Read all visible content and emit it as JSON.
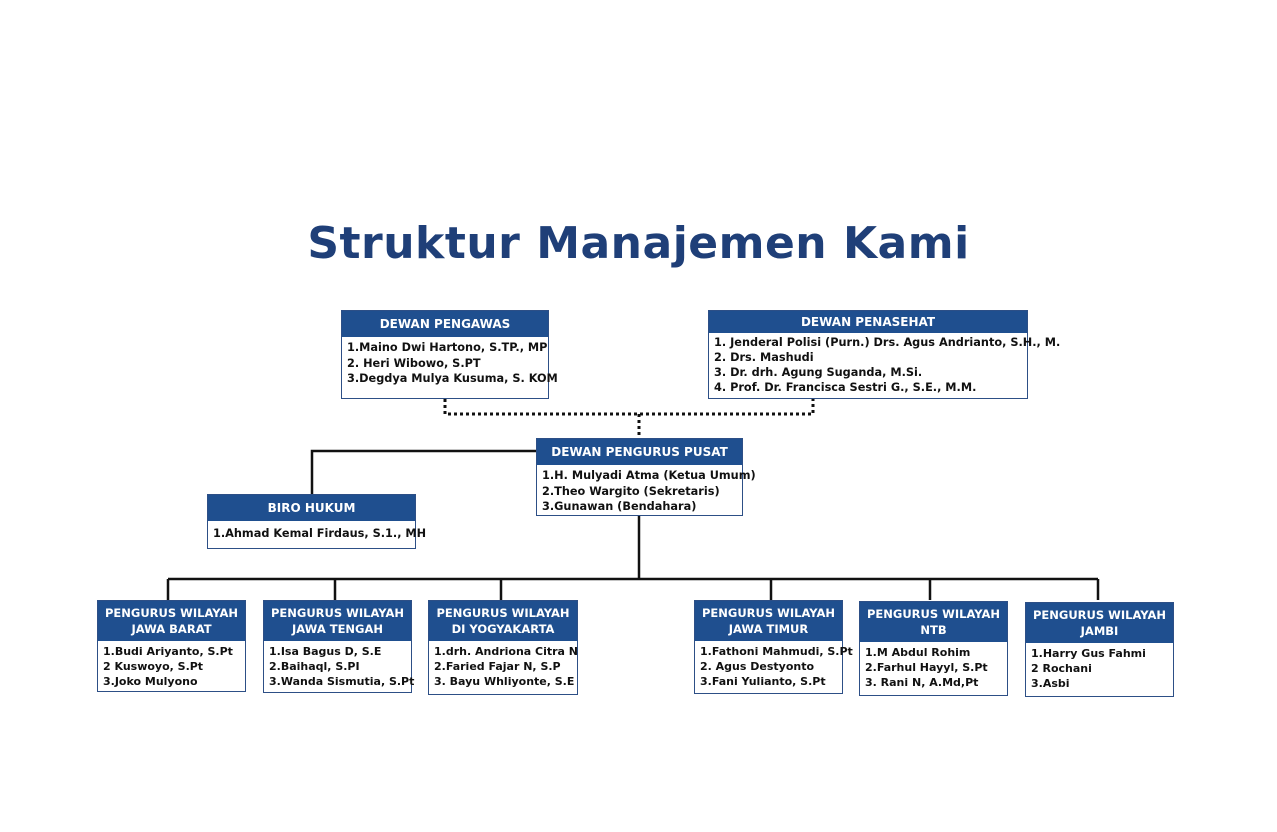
{
  "title": "Struktur Manajemen Kami",
  "colors": {
    "title": "#1f3f78",
    "header_bg": "#1f4f8f",
    "border": "#2d4f86",
    "connector": "#111111"
  },
  "dewan_pengawas": {
    "title": "DEWAN PENGAWAS",
    "members": [
      "1.Maino Dwi Hartono, S.TP., MP",
      "2. Heri Wibowo, S.PT",
      "3.Degdya Mulya Kusuma, S. KOM"
    ]
  },
  "dewan_penasehat": {
    "title": "DEWAN PENASEHAT",
    "members": [
      "1. Jenderal Polisi (Purn.) Drs. Agus Andrianto, S.H., M.",
      "2. Drs. Mashudi",
      "3. Dr. drh. Agung Suganda, M.Si.",
      "4. Prof. Dr. Francisca Sestri G., S.E., M.M."
    ]
  },
  "dewan_pengurus_pusat": {
    "title": "DEWAN PENGURUS PUSAT",
    "members": [
      "1.H. Mulyadi Atma (Ketua Umum)",
      "2.Theo Wargito (Sekretaris)",
      "3.Gunawan (Bendahara)"
    ]
  },
  "biro_hukum": {
    "title": "BIRO HUKUM",
    "members": [
      "1.Ahmad Kemal Firdaus, S.1., MH"
    ]
  },
  "regions": [
    {
      "title_line1": "PENGURUS WILAYAH",
      "title_line2": "JAWA BARAT",
      "members": [
        "1.Budi Ariyanto, S.Pt",
        "2 Kuswoyo, S.Pt",
        "3.Joko Mulyono"
      ]
    },
    {
      "title_line1": "PENGURUS WILAYAH",
      "title_line2": "JAWA TENGAH",
      "members": [
        "1.Isa Bagus D, S.E",
        "2.Baihaql, S.PI",
        "3.Wanda Sismutia, S.Pt"
      ]
    },
    {
      "title_line1": "PENGURUS WILAYAH",
      "title_line2": "DI YOGYAKARTA",
      "members": [
        "1.drh. Andriona Citra N",
        "2.Faried Fajar N, S.P",
        "3. Bayu Whliyonte, S.E"
      ]
    },
    {
      "title_line1": "PENGURUS WILAYAH",
      "title_line2": "JAWA TIMUR",
      "members": [
        "1.Fathoni Mahmudi, S.Pt",
        "2. Agus Destyonto",
        "3.Fani Yulianto, S.Pt"
      ]
    },
    {
      "title_line1": "PENGURUS WILAYAH",
      "title_line2": "NTB",
      "members": [
        "1.M Abdul Rohim",
        "2.Farhul Hayyl, S.Pt",
        "3. Rani N, A.Md,Pt"
      ]
    },
    {
      "title_line1": "PENGURUS WILAYAH",
      "title_line2": "JAMBI",
      "members": [
        "1.Harry Gus Fahmi",
        "2 Rochani",
        "3.Asbi"
      ]
    }
  ]
}
